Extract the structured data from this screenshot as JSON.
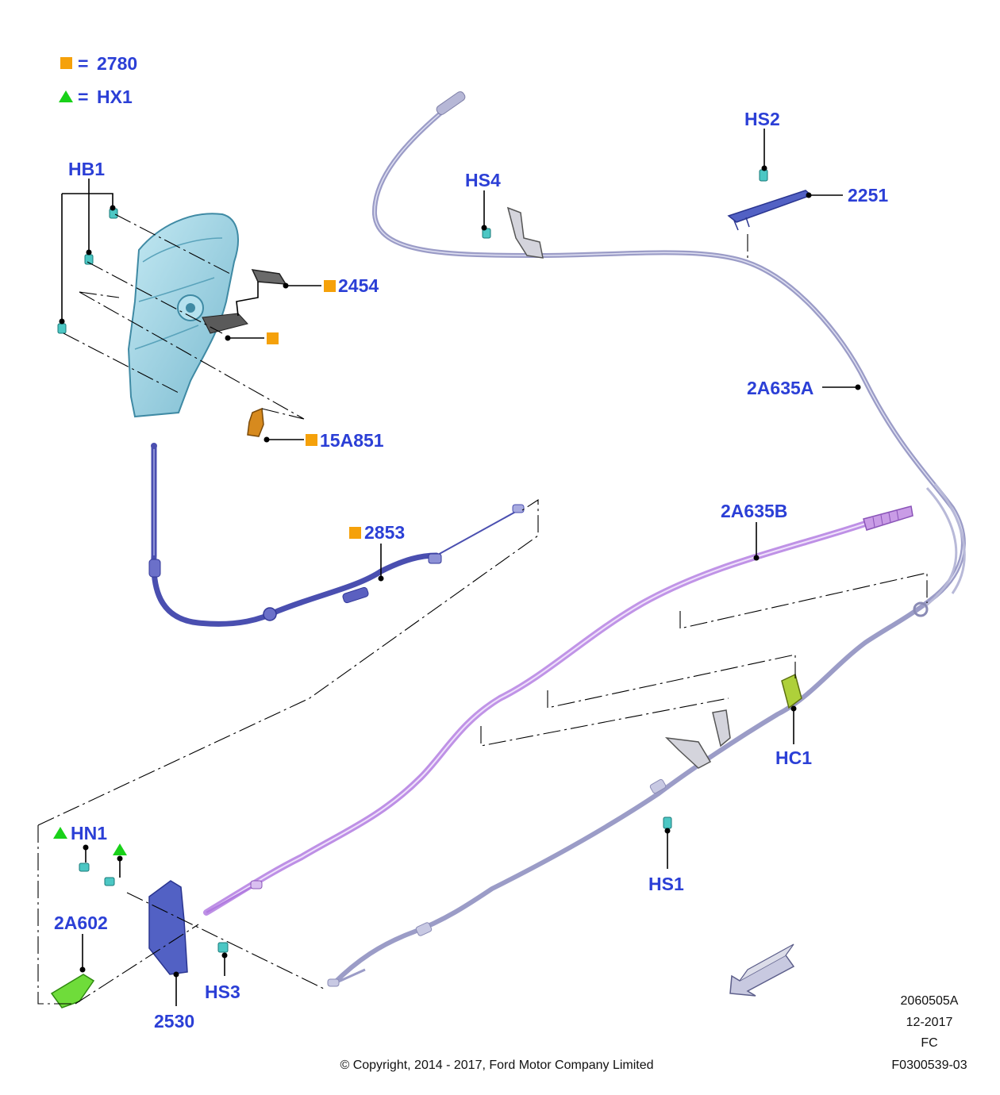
{
  "legend": {
    "items": [
      {
        "symbol": "square",
        "equals": "=",
        "label": "2780"
      },
      {
        "symbol": "triangle",
        "equals": "=",
        "label": "HX1"
      }
    ]
  },
  "callouts": {
    "hb1": "HB1",
    "hs4": "HS4",
    "hs2": "HS2",
    "p2251": "2251",
    "p2454": "2454",
    "p15a851": "15A851",
    "p2a635a": "2A635A",
    "p2853": "2853",
    "p2a635b": "2A635B",
    "hc1": "HC1",
    "hn1": "HN1",
    "p2a602": "2A602",
    "hs3": "HS3",
    "p2530": "2530",
    "hs1": "HS1"
  },
  "colors": {
    "callout_text": "#2b3fd6",
    "marker_square": "#f5a10a",
    "marker_triangle": "#19d119",
    "cable_purple": "#b17be0",
    "cable_gray": "#9b9cc7",
    "cable_blue": "#4a4fb0",
    "lever_assembly": "#9cd3e3",
    "bracket_blue": "#5261c4",
    "clip_green": "#6fdc3a",
    "hc1_clip": "#aed03a",
    "bracket_orange": "#d78a1e"
  },
  "footer": {
    "illustration_id": "2060505A",
    "date": "12-2017",
    "code": "FC",
    "figure_number": "F0300539-03",
    "copyright": "© Copyright, 2014 - 2017, Ford Motor Company Limited"
  },
  "icons": [
    "direction-arrow-icon",
    "square-marker-icon",
    "triangle-marker-icon"
  ]
}
